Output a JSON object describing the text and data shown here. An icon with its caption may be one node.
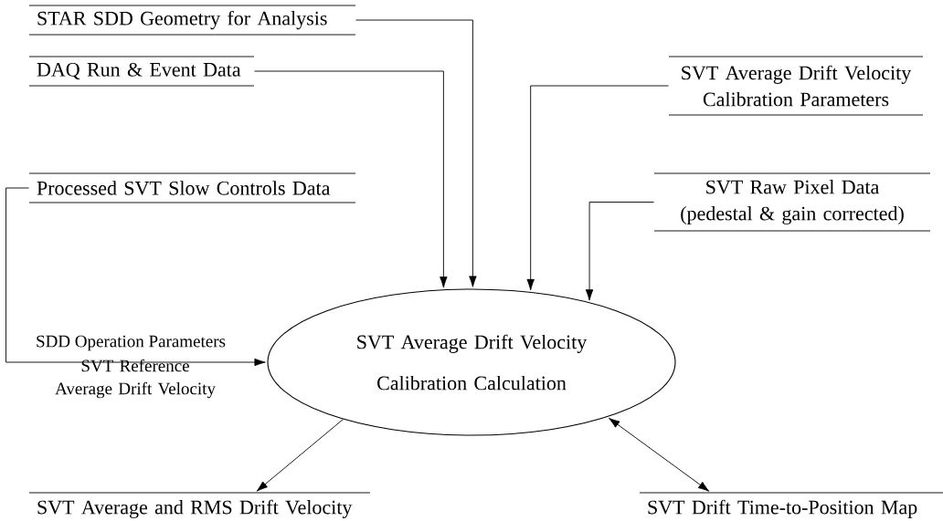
{
  "diagram": {
    "nodes": [
      {
        "text": [
          "STAR SDD Geometry for Analysis"
        ]
      },
      {
        "text": [
          "DAQ Run & Event Data"
        ]
      },
      {
        "text": [
          "SVT Average Drift Velocity Calibration Parameters"
        ]
      },
      {
        "text": [
          "Processed SVT Slow Controls Data"
        ]
      },
      {
        "text": [
          "SVT Raw Pixel Data (pedestal & gain corrected)"
        ]
      },
      {
        "text": [
          "SVT Average Drift Velocity Calibration Calculation"
        ]
      },
      {
        "text": [
          "SVT Average and RMS Drift Velocity"
        ]
      },
      {
        "text": [
          "SVT Drift Time-to-Position Map"
        ]
      }
    ],
    "edges": [
      {
        "from": 0,
        "to": 5,
        "arrow": "to"
      },
      {
        "from": 1,
        "to": 5,
        "arrow": "to"
      },
      {
        "from": 2,
        "to": 5,
        "arrow": "to"
      },
      {
        "from": 4,
        "to": 5,
        "arrow": "to"
      },
      {
        "from": 3,
        "to": 5,
        "arrow": "to",
        "label": "SDD Operation Parameters"
      },
      {
        "from": 5,
        "to": 6,
        "arrow": "to"
      },
      {
        "from": 5,
        "to": 7,
        "arrow": "both"
      }
    ],
    "labels": [
      "SVT Reference Average Drift Velocity"
    ]
  }
}
